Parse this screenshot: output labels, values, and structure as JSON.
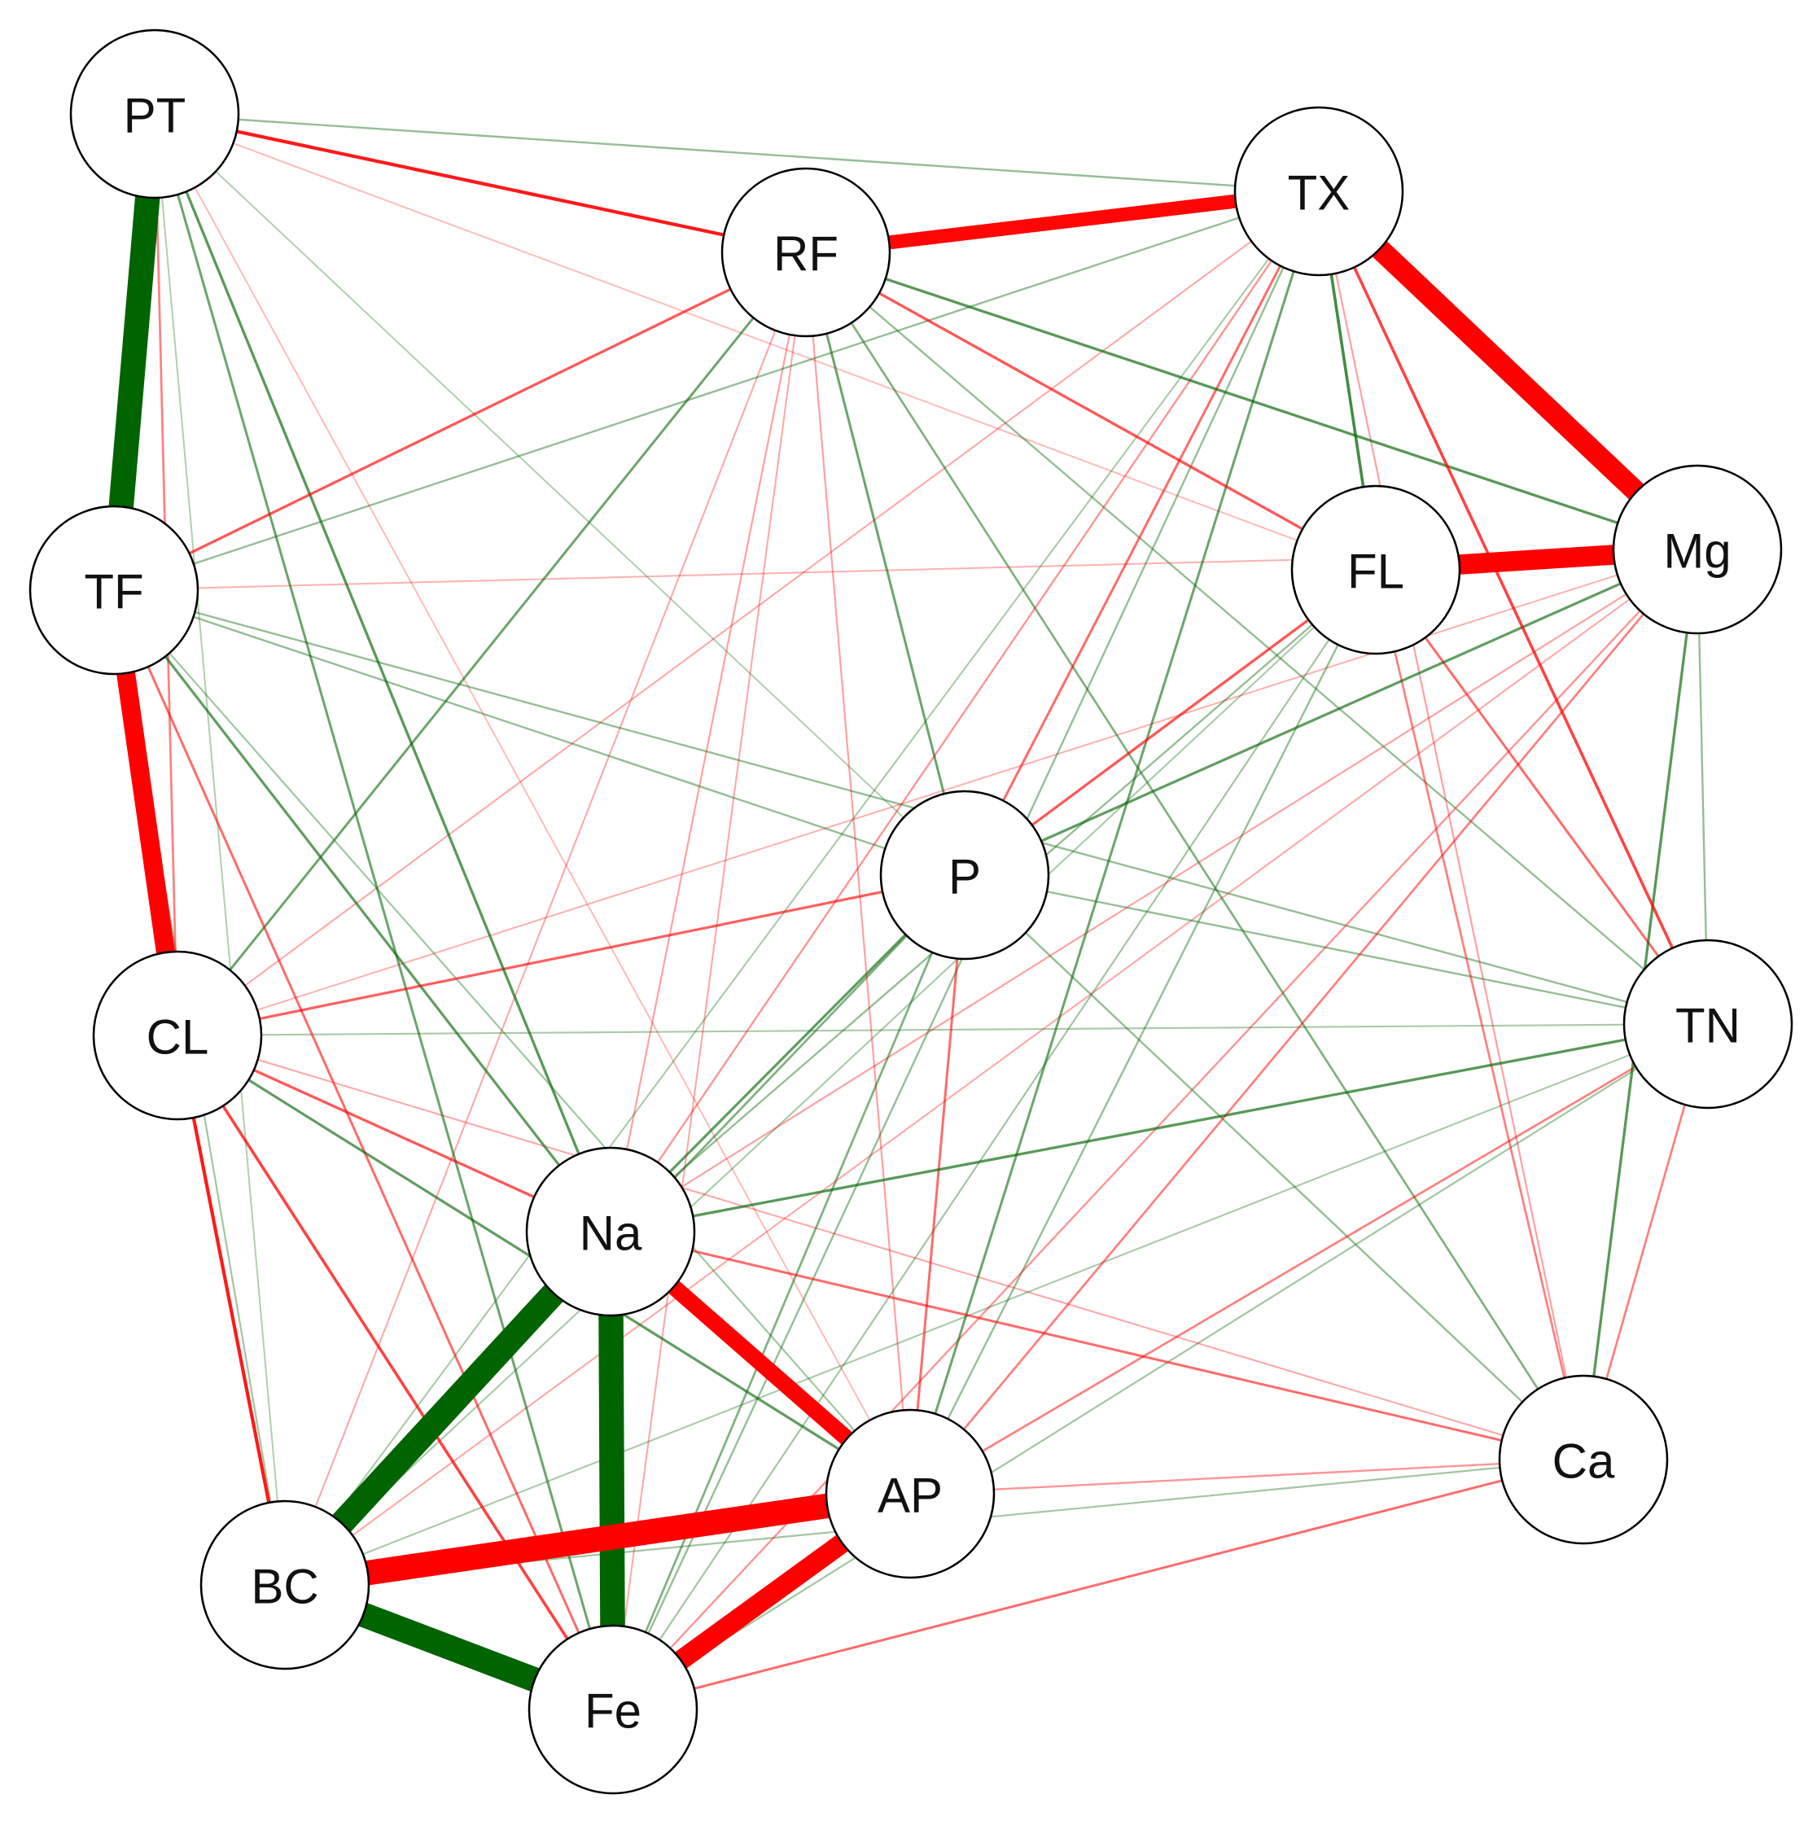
{
  "diagram": {
    "type": "correlation-network",
    "colors": {
      "positive": "#006400",
      "negative": "#ff0000",
      "node_fill": "#ffffff",
      "node_stroke": "#000000"
    },
    "nodes": [
      {
        "id": "PT",
        "label": "PT"
      },
      {
        "id": "RF",
        "label": "RF"
      },
      {
        "id": "TX",
        "label": "TX"
      },
      {
        "id": "TF",
        "label": "TF"
      },
      {
        "id": "FL",
        "label": "FL"
      },
      {
        "id": "Mg",
        "label": "Mg"
      },
      {
        "id": "P",
        "label": "P"
      },
      {
        "id": "CL",
        "label": "CL"
      },
      {
        "id": "TN",
        "label": "TN"
      },
      {
        "id": "Na",
        "label": "Na"
      },
      {
        "id": "Ca",
        "label": "Ca"
      },
      {
        "id": "AP",
        "label": "AP"
      },
      {
        "id": "BC",
        "label": "BC"
      },
      {
        "id": "Fe",
        "label": "Fe"
      }
    ],
    "edges": [
      {
        "source": "PT",
        "target": "TF",
        "sign": "positive",
        "strength": 0.95
      },
      {
        "source": "PT",
        "target": "RF",
        "sign": "negative",
        "strength": 0.45
      },
      {
        "source": "PT",
        "target": "TX",
        "sign": "positive",
        "strength": 0.15
      },
      {
        "source": "PT",
        "target": "CL",
        "sign": "negative",
        "strength": 0.2
      },
      {
        "source": "PT",
        "target": "Na",
        "sign": "positive",
        "strength": 0.3
      },
      {
        "source": "PT",
        "target": "Fe",
        "sign": "positive",
        "strength": 0.25
      },
      {
        "source": "PT",
        "target": "P",
        "sign": "positive",
        "strength": 0.08
      },
      {
        "source": "PT",
        "target": "BC",
        "sign": "positive",
        "strength": 0.08
      },
      {
        "source": "PT",
        "target": "FL",
        "sign": "negative",
        "strength": 0.06
      },
      {
        "source": "PT",
        "target": "AP",
        "sign": "negative",
        "strength": 0.06
      },
      {
        "source": "RF",
        "target": "TX",
        "sign": "negative",
        "strength": 0.5
      },
      {
        "source": "RF",
        "target": "TF",
        "sign": "negative",
        "strength": 0.3
      },
      {
        "source": "RF",
        "target": "FL",
        "sign": "negative",
        "strength": 0.3
      },
      {
        "source": "RF",
        "target": "Mg",
        "sign": "positive",
        "strength": 0.3
      },
      {
        "source": "RF",
        "target": "P",
        "sign": "positive",
        "strength": 0.25
      },
      {
        "source": "RF",
        "target": "CL",
        "sign": "positive",
        "strength": 0.25
      },
      {
        "source": "RF",
        "target": "Ca",
        "sign": "positive",
        "strength": 0.2
      },
      {
        "source": "RF",
        "target": "TN",
        "sign": "positive",
        "strength": 0.15
      },
      {
        "source": "RF",
        "target": "Na",
        "sign": "negative",
        "strength": 0.12
      },
      {
        "source": "RF",
        "target": "AP",
        "sign": "negative",
        "strength": 0.12
      },
      {
        "source": "RF",
        "target": "Fe",
        "sign": "negative",
        "strength": 0.1
      },
      {
        "source": "RF",
        "target": "BC",
        "sign": "negative",
        "strength": 0.1
      },
      {
        "source": "TX",
        "target": "Mg",
        "sign": "negative",
        "strength": 0.8
      },
      {
        "source": "TX",
        "target": "FL",
        "sign": "positive",
        "strength": 0.35
      },
      {
        "source": "TX",
        "target": "TN",
        "sign": "negative",
        "strength": 0.35
      },
      {
        "source": "TX",
        "target": "AP",
        "sign": "positive",
        "strength": 0.25
      },
      {
        "source": "TX",
        "target": "P",
        "sign": "negative",
        "strength": 0.25
      },
      {
        "source": "TX",
        "target": "TF",
        "sign": "positive",
        "strength": 0.15
      },
      {
        "source": "TX",
        "target": "Na",
        "sign": "negative",
        "strength": 0.15
      },
      {
        "source": "TX",
        "target": "Fe",
        "sign": "positive",
        "strength": 0.15
      },
      {
        "source": "TX",
        "target": "CL",
        "sign": "negative",
        "strength": 0.1
      },
      {
        "source": "TX",
        "target": "Ca",
        "sign": "negative",
        "strength": 0.12
      },
      {
        "source": "TX",
        "target": "BC",
        "sign": "positive",
        "strength": 0.1
      },
      {
        "source": "TF",
        "target": "CL",
        "sign": "negative",
        "strength": 0.7
      },
      {
        "source": "TF",
        "target": "Na",
        "sign": "positive",
        "strength": 0.28
      },
      {
        "source": "TF",
        "target": "Fe",
        "sign": "negative",
        "strength": 0.25
      },
      {
        "source": "TF",
        "target": "P",
        "sign": "positive",
        "strength": 0.15
      },
      {
        "source": "TF",
        "target": "TN",
        "sign": "positive",
        "strength": 0.15
      },
      {
        "source": "TF",
        "target": "BC",
        "sign": "positive",
        "strength": 0.12
      },
      {
        "source": "TF",
        "target": "AP",
        "sign": "positive",
        "strength": 0.12
      },
      {
        "source": "TF",
        "target": "Mg",
        "sign": "negative",
        "strength": 0.08
      },
      {
        "source": "FL",
        "target": "Mg",
        "sign": "negative",
        "strength": 0.75
      },
      {
        "source": "FL",
        "target": "P",
        "sign": "negative",
        "strength": 0.3
      },
      {
        "source": "FL",
        "target": "TN",
        "sign": "negative",
        "strength": 0.25
      },
      {
        "source": "FL",
        "target": "Ca",
        "sign": "negative",
        "strength": 0.2
      },
      {
        "source": "FL",
        "target": "Na",
        "sign": "positive",
        "strength": 0.15
      },
      {
        "source": "FL",
        "target": "AP",
        "sign": "positive",
        "strength": 0.15
      },
      {
        "source": "FL",
        "target": "Fe",
        "sign": "positive",
        "strength": 0.12
      },
      {
        "source": "FL",
        "target": "BC",
        "sign": "positive",
        "strength": 0.1
      },
      {
        "source": "Mg",
        "target": "P",
        "sign": "positive",
        "strength": 0.28
      },
      {
        "source": "Mg",
        "target": "Ca",
        "sign": "positive",
        "strength": 0.3
      },
      {
        "source": "Mg",
        "target": "TN",
        "sign": "positive",
        "strength": 0.15
      },
      {
        "source": "Mg",
        "target": "AP",
        "sign": "negative",
        "strength": 0.2
      },
      {
        "source": "Mg",
        "target": "Fe",
        "sign": "negative",
        "strength": 0.15
      },
      {
        "source": "Mg",
        "target": "Na",
        "sign": "negative",
        "strength": 0.12
      },
      {
        "source": "Mg",
        "target": "BC",
        "sign": "negative",
        "strength": 0.1
      },
      {
        "source": "Mg",
        "target": "CL",
        "sign": "negative",
        "strength": 0.08
      },
      {
        "source": "P",
        "target": "CL",
        "sign": "negative",
        "strength": 0.28
      },
      {
        "source": "P",
        "target": "Na",
        "sign": "positive",
        "strength": 0.28
      },
      {
        "source": "P",
        "target": "AP",
        "sign": "negative",
        "strength": 0.25
      },
      {
        "source": "P",
        "target": "Fe",
        "sign": "positive",
        "strength": 0.2
      },
      {
        "source": "P",
        "target": "BC",
        "sign": "positive",
        "strength": 0.2
      },
      {
        "source": "P",
        "target": "TN",
        "sign": "positive",
        "strength": 0.15
      },
      {
        "source": "P",
        "target": "Ca",
        "sign": "positive",
        "strength": 0.15
      },
      {
        "source": "CL",
        "target": "BC",
        "sign": "negative",
        "strength": 0.45
      },
      {
        "source": "CL",
        "target": "Fe",
        "sign": "negative",
        "strength": 0.35
      },
      {
        "source": "CL",
        "target": "Na",
        "sign": "negative",
        "strength": 0.3
      },
      {
        "source": "CL",
        "target": "AP",
        "sign": "positive",
        "strength": 0.28
      },
      {
        "source": "CL",
        "target": "TN",
        "sign": "positive",
        "strength": 0.1
      },
      {
        "source": "CL",
        "target": "Ca",
        "sign": "negative",
        "strength": 0.1
      },
      {
        "source": "TN",
        "target": "Na",
        "sign": "positive",
        "strength": 0.3
      },
      {
        "source": "TN",
        "target": "AP",
        "sign": "negative",
        "strength": 0.2
      },
      {
        "source": "TN",
        "target": "Ca",
        "sign": "negative",
        "strength": 0.2
      },
      {
        "source": "TN",
        "target": "Fe",
        "sign": "positive",
        "strength": 0.12
      },
      {
        "source": "TN",
        "target": "BC",
        "sign": "positive",
        "strength": 0.1
      },
      {
        "source": "Na",
        "target": "BC",
        "sign": "positive",
        "strength": 0.95
      },
      {
        "source": "Na",
        "target": "Fe",
        "sign": "positive",
        "strength": 0.95
      },
      {
        "source": "Na",
        "target": "AP",
        "sign": "negative",
        "strength": 0.6
      },
      {
        "source": "Na",
        "target": "Ca",
        "sign": "negative",
        "strength": 0.25
      },
      {
        "source": "AP",
        "target": "BC",
        "sign": "negative",
        "strength": 0.95
      },
      {
        "source": "AP",
        "target": "Fe",
        "sign": "negative",
        "strength": 0.75
      },
      {
        "source": "AP",
        "target": "Ca",
        "sign": "negative",
        "strength": 0.15
      },
      {
        "source": "BC",
        "target": "Fe",
        "sign": "positive",
        "strength": 0.95
      },
      {
        "source": "BC",
        "target": "Ca",
        "sign": "positive",
        "strength": 0.12
      },
      {
        "source": "Fe",
        "target": "Ca",
        "sign": "negative",
        "strength": 0.25
      }
    ]
  }
}
